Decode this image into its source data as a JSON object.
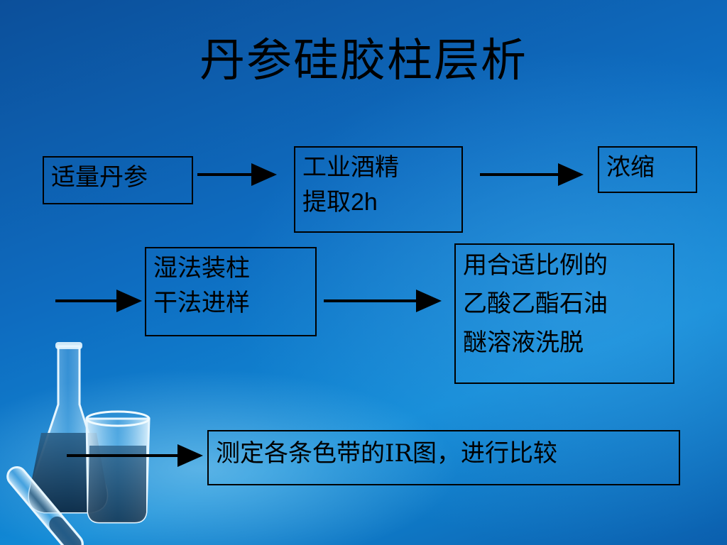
{
  "title": "丹参硅胶柱层析",
  "steps": {
    "s1": {
      "lines": [
        "适量丹参"
      ]
    },
    "s2": {
      "lines": [
        "工业酒精",
        "提取2h"
      ]
    },
    "s3": {
      "lines": [
        "浓缩"
      ]
    },
    "s4": {
      "lines": [
        "湿法装柱",
        "干法进样"
      ]
    },
    "s5": {
      "lines": [
        "用合适比例的",
        "乙酸乙酯石油",
        "醚溶液洗脱"
      ]
    },
    "s6": {
      "lines": [
        "测定各条色带的IR图，进行比较"
      ]
    }
  },
  "colors": {
    "background": "#0e6cc0",
    "ink": "#000000"
  }
}
